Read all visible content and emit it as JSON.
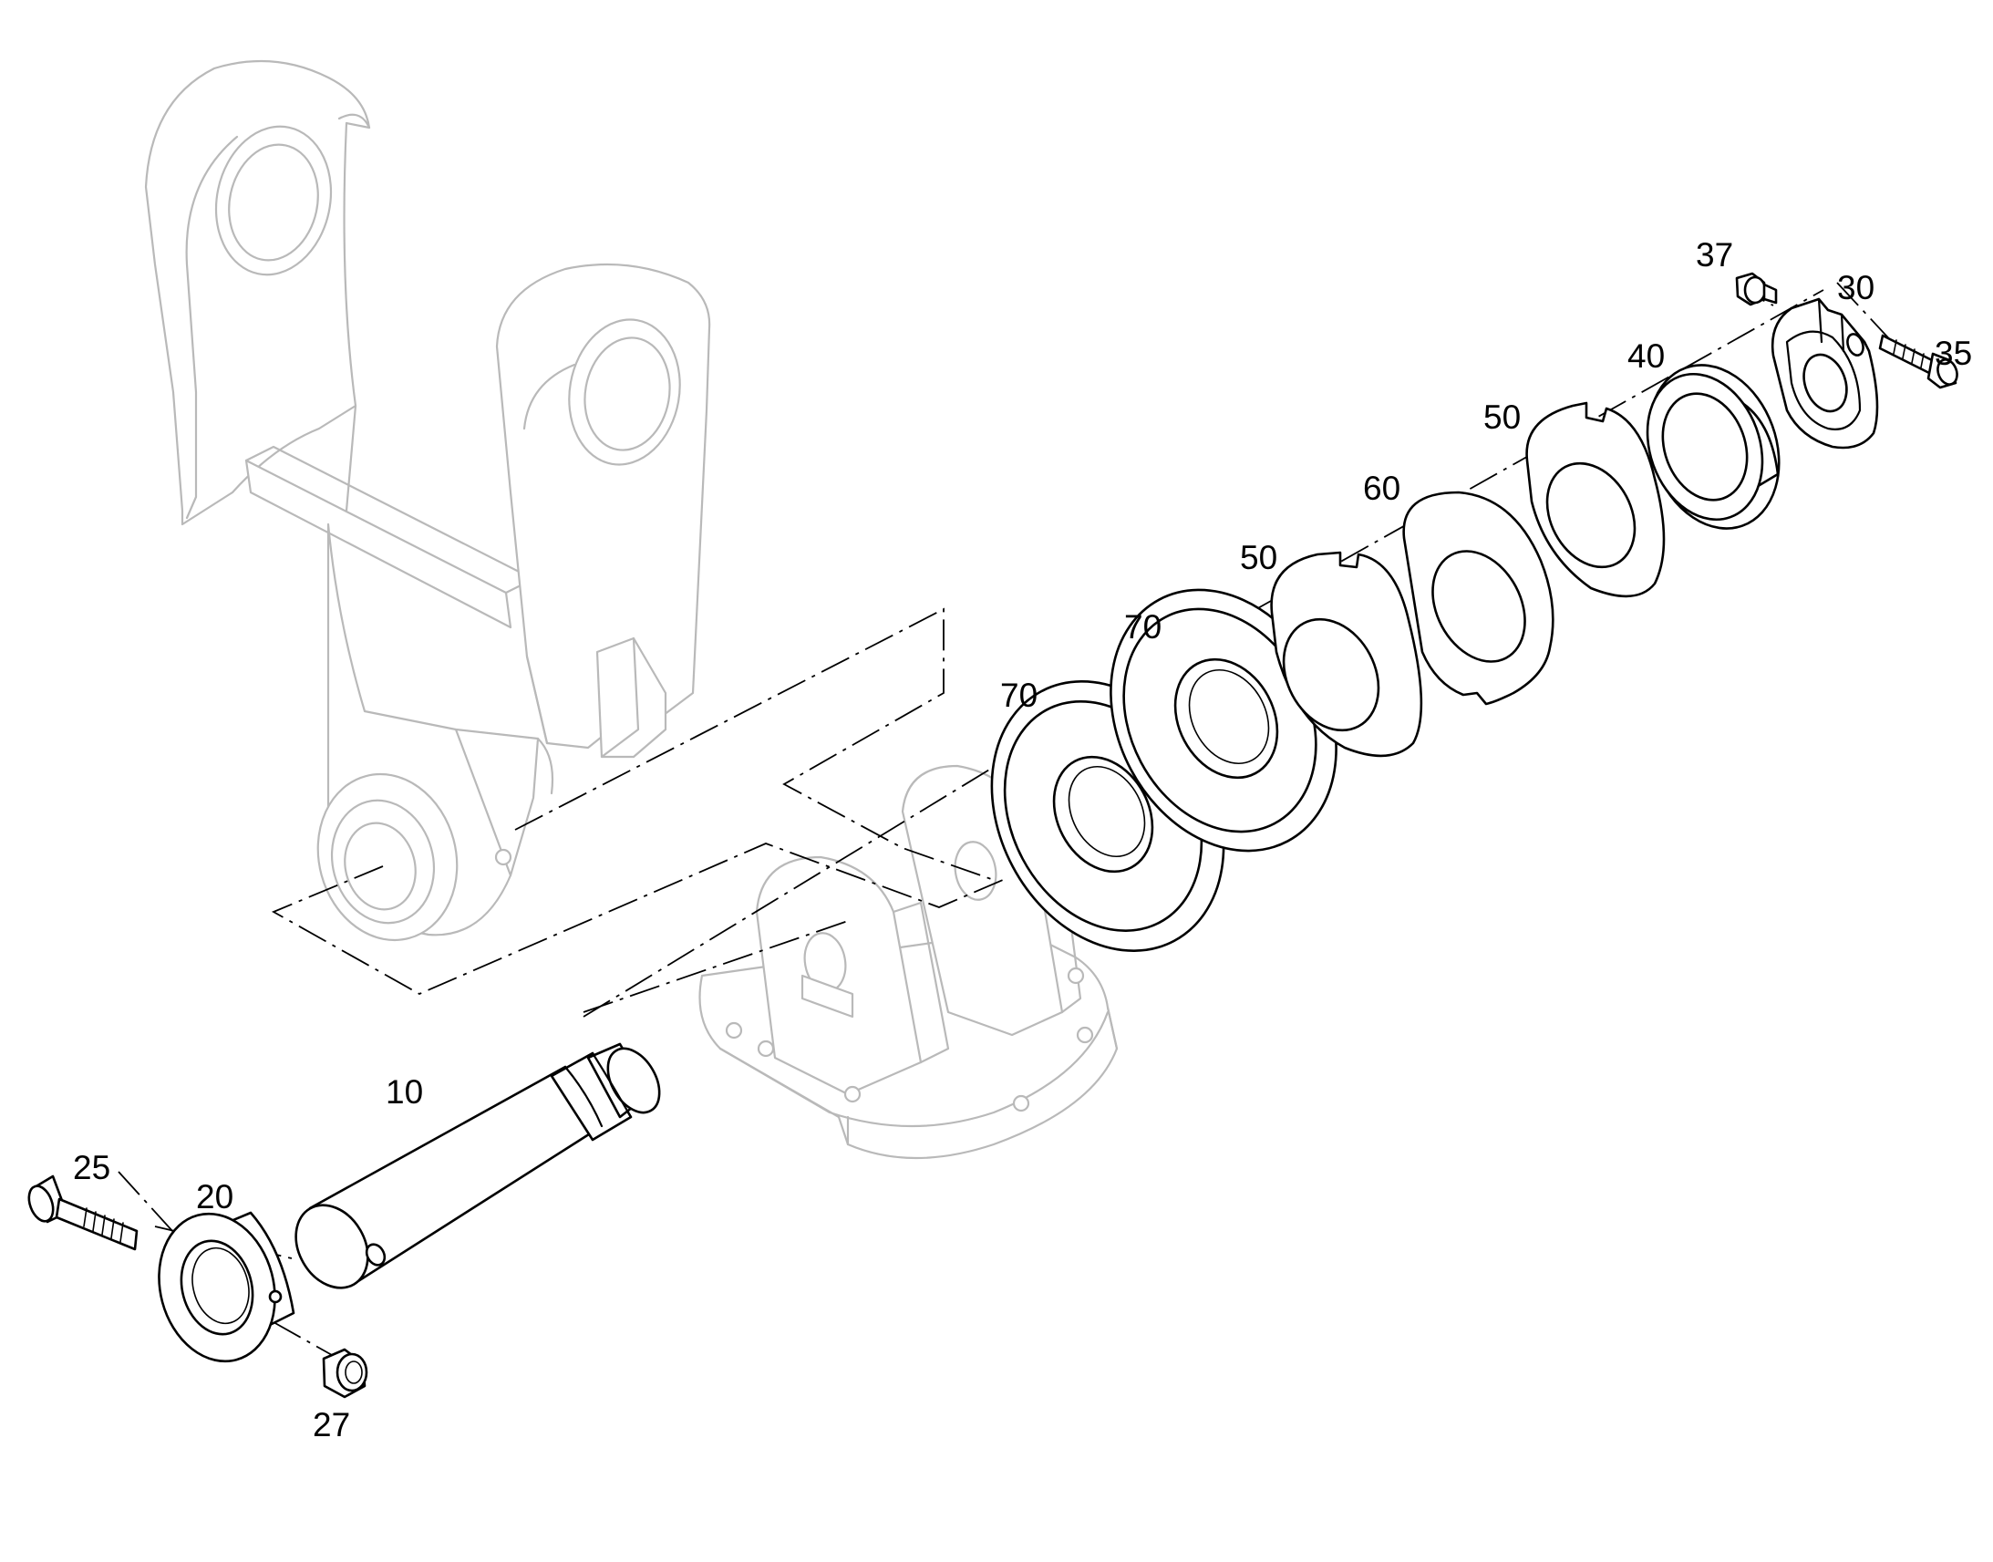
{
  "callouts": {
    "c10": "10",
    "c20": "20",
    "c25": "25",
    "c27": "27",
    "c30": "30",
    "c35": "35",
    "c37": "37",
    "c40": "40",
    "c50a": "50",
    "c50b": "50",
    "c60": "60",
    "c70a": "70",
    "c70b": "70"
  },
  "colors": {
    "part_outline": "#000000",
    "context_outline": "#b9b9b9",
    "background": "#ffffff"
  }
}
